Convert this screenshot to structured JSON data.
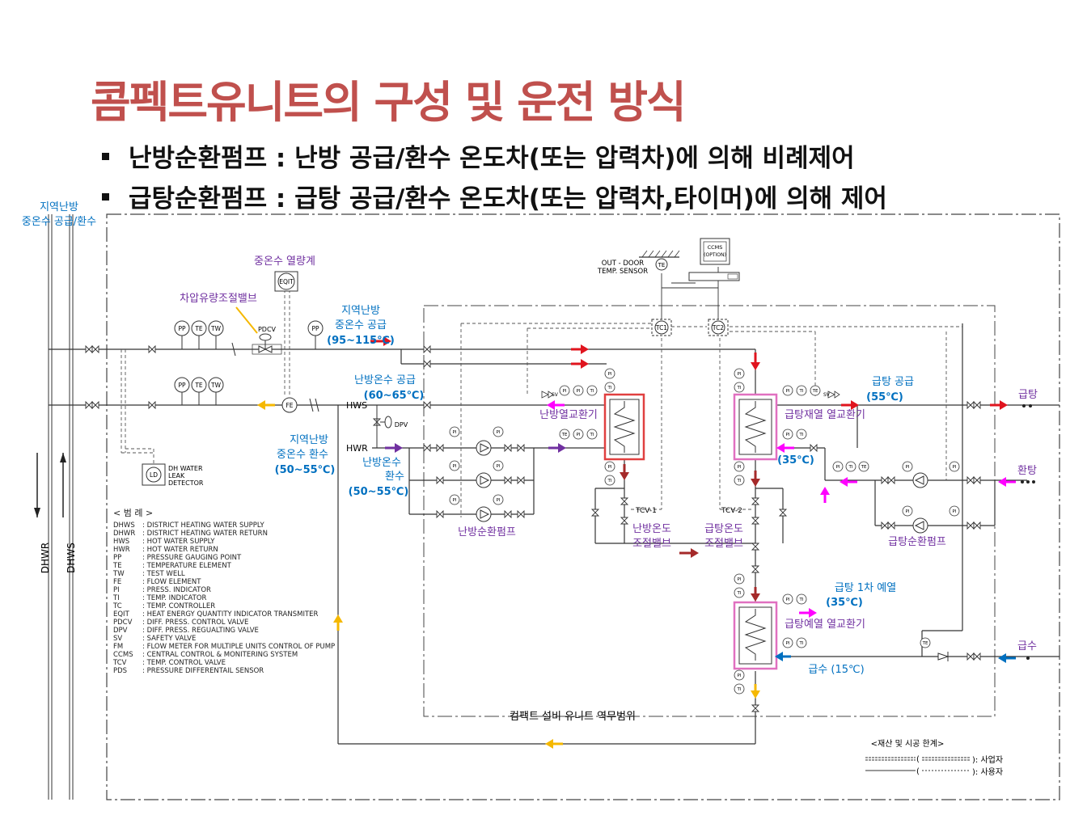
{
  "slide": {
    "title": "콤펙트유니트의 구성 및 운전 방식",
    "bullets": [
      "난방순환펌프 : 난방 공급/환수 온도차(또는 압력차)에 의해 비례제어",
      "급탕순환펌프 : 급탕 공급/환수 온도차(또는 압력차,타이머)에 의해 제어"
    ]
  },
  "diagram": {
    "dh_line_1": "지역난방",
    "dh_line_2": "중온수 공급/환수",
    "dhwr": "DHWR",
    "dhws": "DHWS",
    "heat_meter": "중온수 열량계",
    "eqit": "EQIT",
    "pdcv_label": "차압유량조절밸브",
    "pdcv": "PDCV",
    "pp": "PP",
    "te": "TE",
    "tw": "TW",
    "fe": "FE",
    "pi": "PI",
    "ti": "TI",
    "sv": "SV",
    "ld": "LD",
    "tc1": "TC1",
    "tc2": "TC2",
    "ccms_1": "CCMS",
    "ccms_2": "(OPTION)",
    "outdoor_1": "OUT - DOOR",
    "outdoor_2": "TEMP. SENSOR",
    "dh_supply_1": "지역난방",
    "dh_supply_2": "중온수 공급",
    "dh_supply_temp": "(95~115℃)",
    "heat_supply_1": "난방온수 공급",
    "heat_supply_temp": "(60~65℃)",
    "hws": "HWS",
    "hwr": "HWR",
    "dpv": "DPV",
    "dh_return_1": "지역난방",
    "dh_return_2": "중온수 환수",
    "dh_return_temp": "(50~55℃)",
    "heat_return_1": "난방온수",
    "heat_return_2": "환수",
    "heat_return_temp": "(50~55℃)",
    "leak_1": "DH WATER",
    "leak_2": "LEAK",
    "leak_3": "DETECTOR",
    "heating_hx": "난방열교환기",
    "heating_pump": "난방순환펌프",
    "tcv1": "TCV-1",
    "tcv2": "TCV-2",
    "heat_valve_1": "난방온도",
    "heat_valve_2": "조절밸브",
    "hw_valve_1": "급탕온도",
    "hw_valve_2": "조절밸브",
    "reheat_hx": "급탕재열 열교환기",
    "hw_supply_1": "급탕 공급",
    "hw_supply_temp": "(55℃)",
    "hw_out": "급탕",
    "hw_return": "환탕",
    "hw_pump": "급탕순환펌프",
    "temp_35": "(35℃)",
    "preheat_label_1": "급탕 1차 예열",
    "preheat_label_2": "(35℃)",
    "preheat_hx": "급탕예열 열교환기",
    "cold_water_label": "급수 (15℃)",
    "cold_water": "급수",
    "scope": "컴팩트 설비 유니트 역무범위",
    "legend_title": "< 범   례 >",
    "legend": [
      {
        "code": "DHWS",
        "desc": ": DISTRICT HEATING WATER SUPPLY"
      },
      {
        "code": "DHWR",
        "desc": ": DISTRICT HEATING WATER RETURN"
      },
      {
        "code": "HWS",
        "desc": ": HOT WATER SUPPLY"
      },
      {
        "code": "HWR",
        "desc": ": HOT WATER RETURN"
      },
      {
        "code": "PP",
        "desc": ": PRESSURE GAUGING POINT"
      },
      {
        "code": "TE",
        "desc": ": TEMPERATURE ELEMENT"
      },
      {
        "code": "TW",
        "desc": ": TEST WELL"
      },
      {
        "code": "FE",
        "desc": ": FLOW ELEMENT"
      },
      {
        "code": "PI",
        "desc": ": PRESS. INDICATOR"
      },
      {
        "code": "TI",
        "desc": ": TEMP. INDICATOR"
      },
      {
        "code": "TC",
        "desc": ": TEMP. CONTROLLER"
      },
      {
        "code": "EQIT",
        "desc": ": HEAT ENERGY QUANTITY INDICATOR TRANSMITER"
      },
      {
        "code": "PDCV",
        "desc": ": DIFF. PRESS. CONTROL VALVE"
      },
      {
        "code": "DPV",
        "desc": ": DIFF. PRESS. REGUALTING VALVE"
      },
      {
        "code": "SV",
        "desc": ": SAFETY VALVE"
      },
      {
        "code": "FM",
        "desc": ": FLOW METER FOR MULTIPLE UNITS CONTROL OF PUMP"
      },
      {
        "code": "CCMS",
        "desc": ": CENTRAL CONTROL & MONITERING SYSTEM"
      },
      {
        "code": "TCV",
        "desc": ": TEMP. CONTROL VALVE"
      },
      {
        "code": "PDS",
        "desc": ": PRESSURE DIFFERENTAIL SENSOR"
      }
    ],
    "boundary_title": "<재산 및 시공 한계>",
    "boundary_1": "): 사업자",
    "boundary_2": "): 사용자"
  },
  "colors": {
    "title": "#c0504d",
    "label_blue": "#0070c0",
    "label_purple": "#7030a0",
    "arrow_red": "#e0141e",
    "arrow_darkred": "#a52a2a",
    "arrow_magenta": "#ff00ff",
    "arrow_purple": "#7030a0",
    "arrow_orange": "#f5b800",
    "arrow_blue": "#0070c0",
    "hx_red": "#e04040",
    "hx_pink": "#e070c0"
  }
}
